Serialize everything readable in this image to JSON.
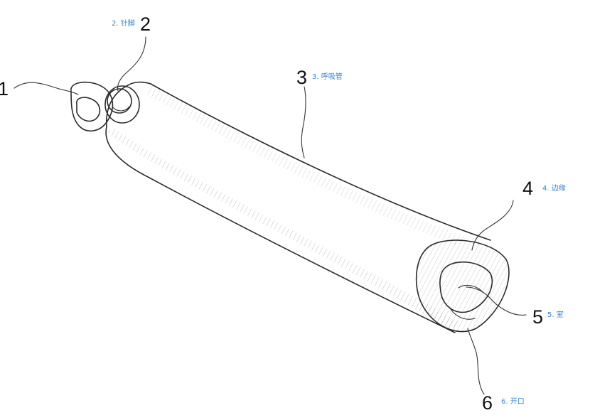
{
  "labels": [
    {
      "id": "1",
      "number": "1",
      "caption": ""
    },
    {
      "id": "2",
      "number": "2",
      "caption": "2. 针脚"
    },
    {
      "id": "3",
      "number": "3",
      "caption": "3. 呼吸管"
    },
    {
      "id": "4",
      "number": "4",
      "caption": "4. 边缘"
    },
    {
      "id": "5",
      "number": "5",
      "caption": "5. 室"
    },
    {
      "id": "6",
      "number": "6",
      "caption": "6. 开口"
    }
  ],
  "colors": {
    "ink": "#2a2a2a",
    "caption": "#3a86c8",
    "background": "#ffffff"
  }
}
